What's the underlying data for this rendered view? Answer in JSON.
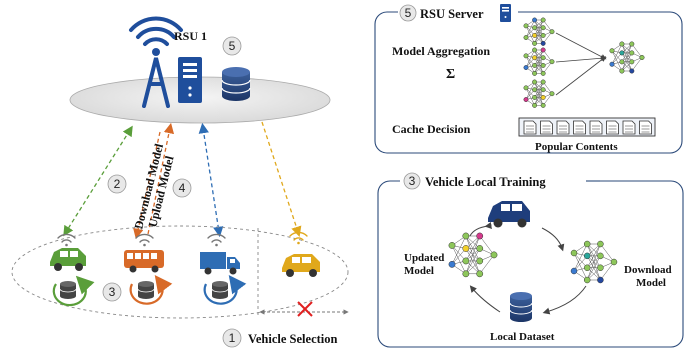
{
  "rsu": {
    "title": "RSU 1",
    "step": "5"
  },
  "arrows": {
    "download": "Download Model",
    "upload": "Upload Model",
    "step_download": "2",
    "step_upload": "4"
  },
  "vehicles": {
    "train_step": "3"
  },
  "selection": {
    "step": "1",
    "label": "Vehicle Selection"
  },
  "server": {
    "step": "5",
    "title": "RSU Server",
    "aggregation": "Model Aggregation",
    "sigma": "Σ",
    "cache": "Cache Decision",
    "popular": "Popular Contents"
  },
  "training": {
    "step": "3",
    "title": "Vehicle Local Training",
    "updated_line1": "Updated",
    "updated_line2": "Model",
    "download_line1": "Download",
    "download_line2": "Model",
    "dataset": "Local Dataset"
  },
  "colors": {
    "rsu_blue": "#1f4e9c",
    "green": "#5a9e3a",
    "orange": "#d86a28",
    "blue": "#2e6db4",
    "yellow": "#e0a81c",
    "red": "#e02020"
  }
}
